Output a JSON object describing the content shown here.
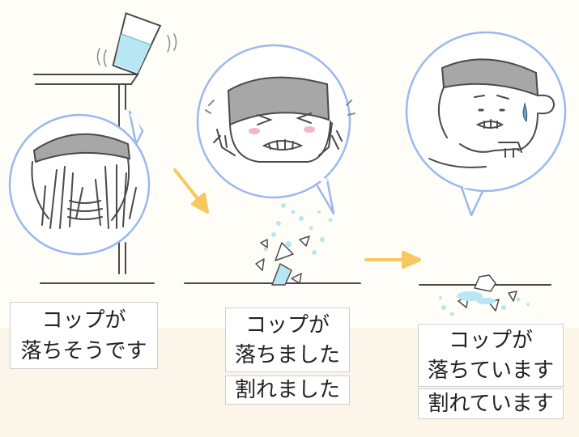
{
  "captions": {
    "scene1": {
      "line1": "コップが",
      "line2": "落ちそうです"
    },
    "scene2": {
      "line1": "コップが",
      "line2": "落ちました",
      "line3": "割れました"
    },
    "scene3": {
      "line1": "コップが",
      "line2": "落ちています",
      "line3": "割れています"
    }
  },
  "colors": {
    "bubble_outline": "#9bb8ee",
    "arrow": "#f5c95e",
    "water": "#b8e6f2",
    "hair": "#a7a7a7",
    "ink": "#4a4a4a",
    "blush": "#f4b8c4",
    "sweat": "#5aa9e0"
  }
}
